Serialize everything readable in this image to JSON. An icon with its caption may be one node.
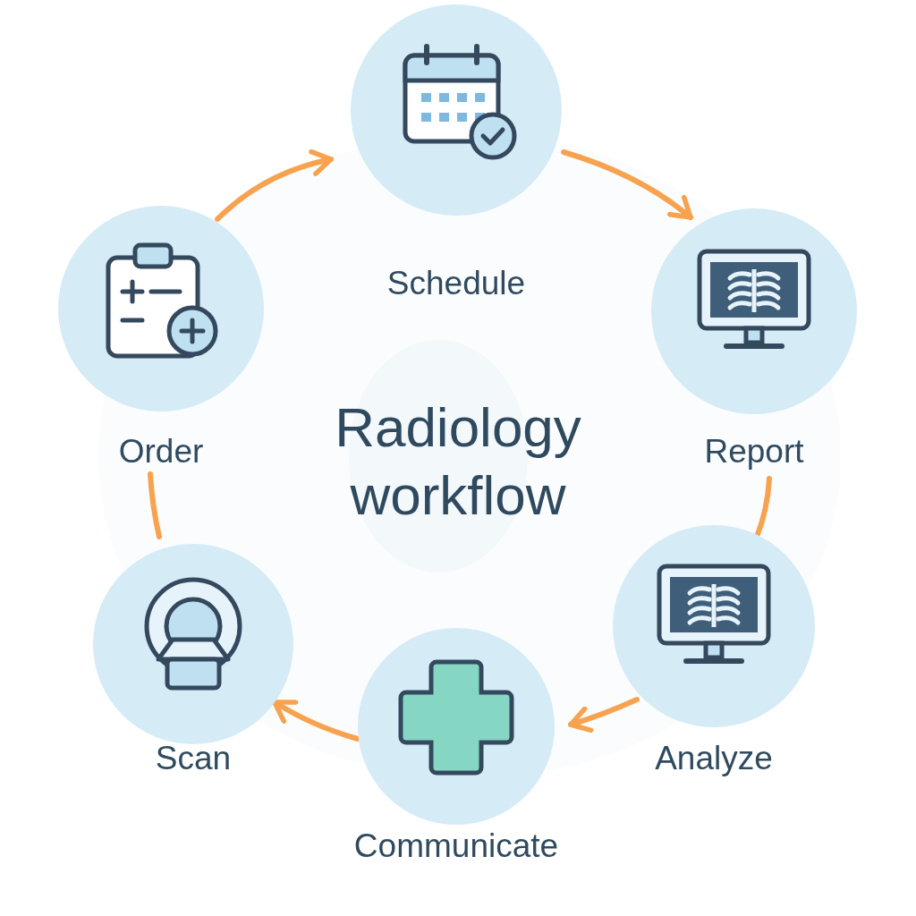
{
  "diagram": {
    "title": "Radiology workflow",
    "nodes": [
      {
        "text": [
          "Schedule"
        ]
      },
      {
        "text": [
          "Report"
        ]
      },
      {
        "text": [
          "Analyze"
        ]
      },
      {
        "text": [
          "Communicate"
        ]
      },
      {
        "text": [
          "Scan"
        ]
      },
      {
        "text": [
          "Order"
        ]
      }
    ],
    "edges": [
      {
        "from": 5,
        "to": 0,
        "arrow": "to"
      },
      {
        "from": 0,
        "to": 1,
        "arrow": "to"
      },
      {
        "from": 1,
        "to": 2,
        "arrow": "none"
      },
      {
        "from": 2,
        "to": 3,
        "arrow": "to"
      },
      {
        "from": 3,
        "to": 4,
        "arrow": "to"
      },
      {
        "from": 4,
        "to": 5,
        "arrow": "none"
      }
    ]
  }
}
